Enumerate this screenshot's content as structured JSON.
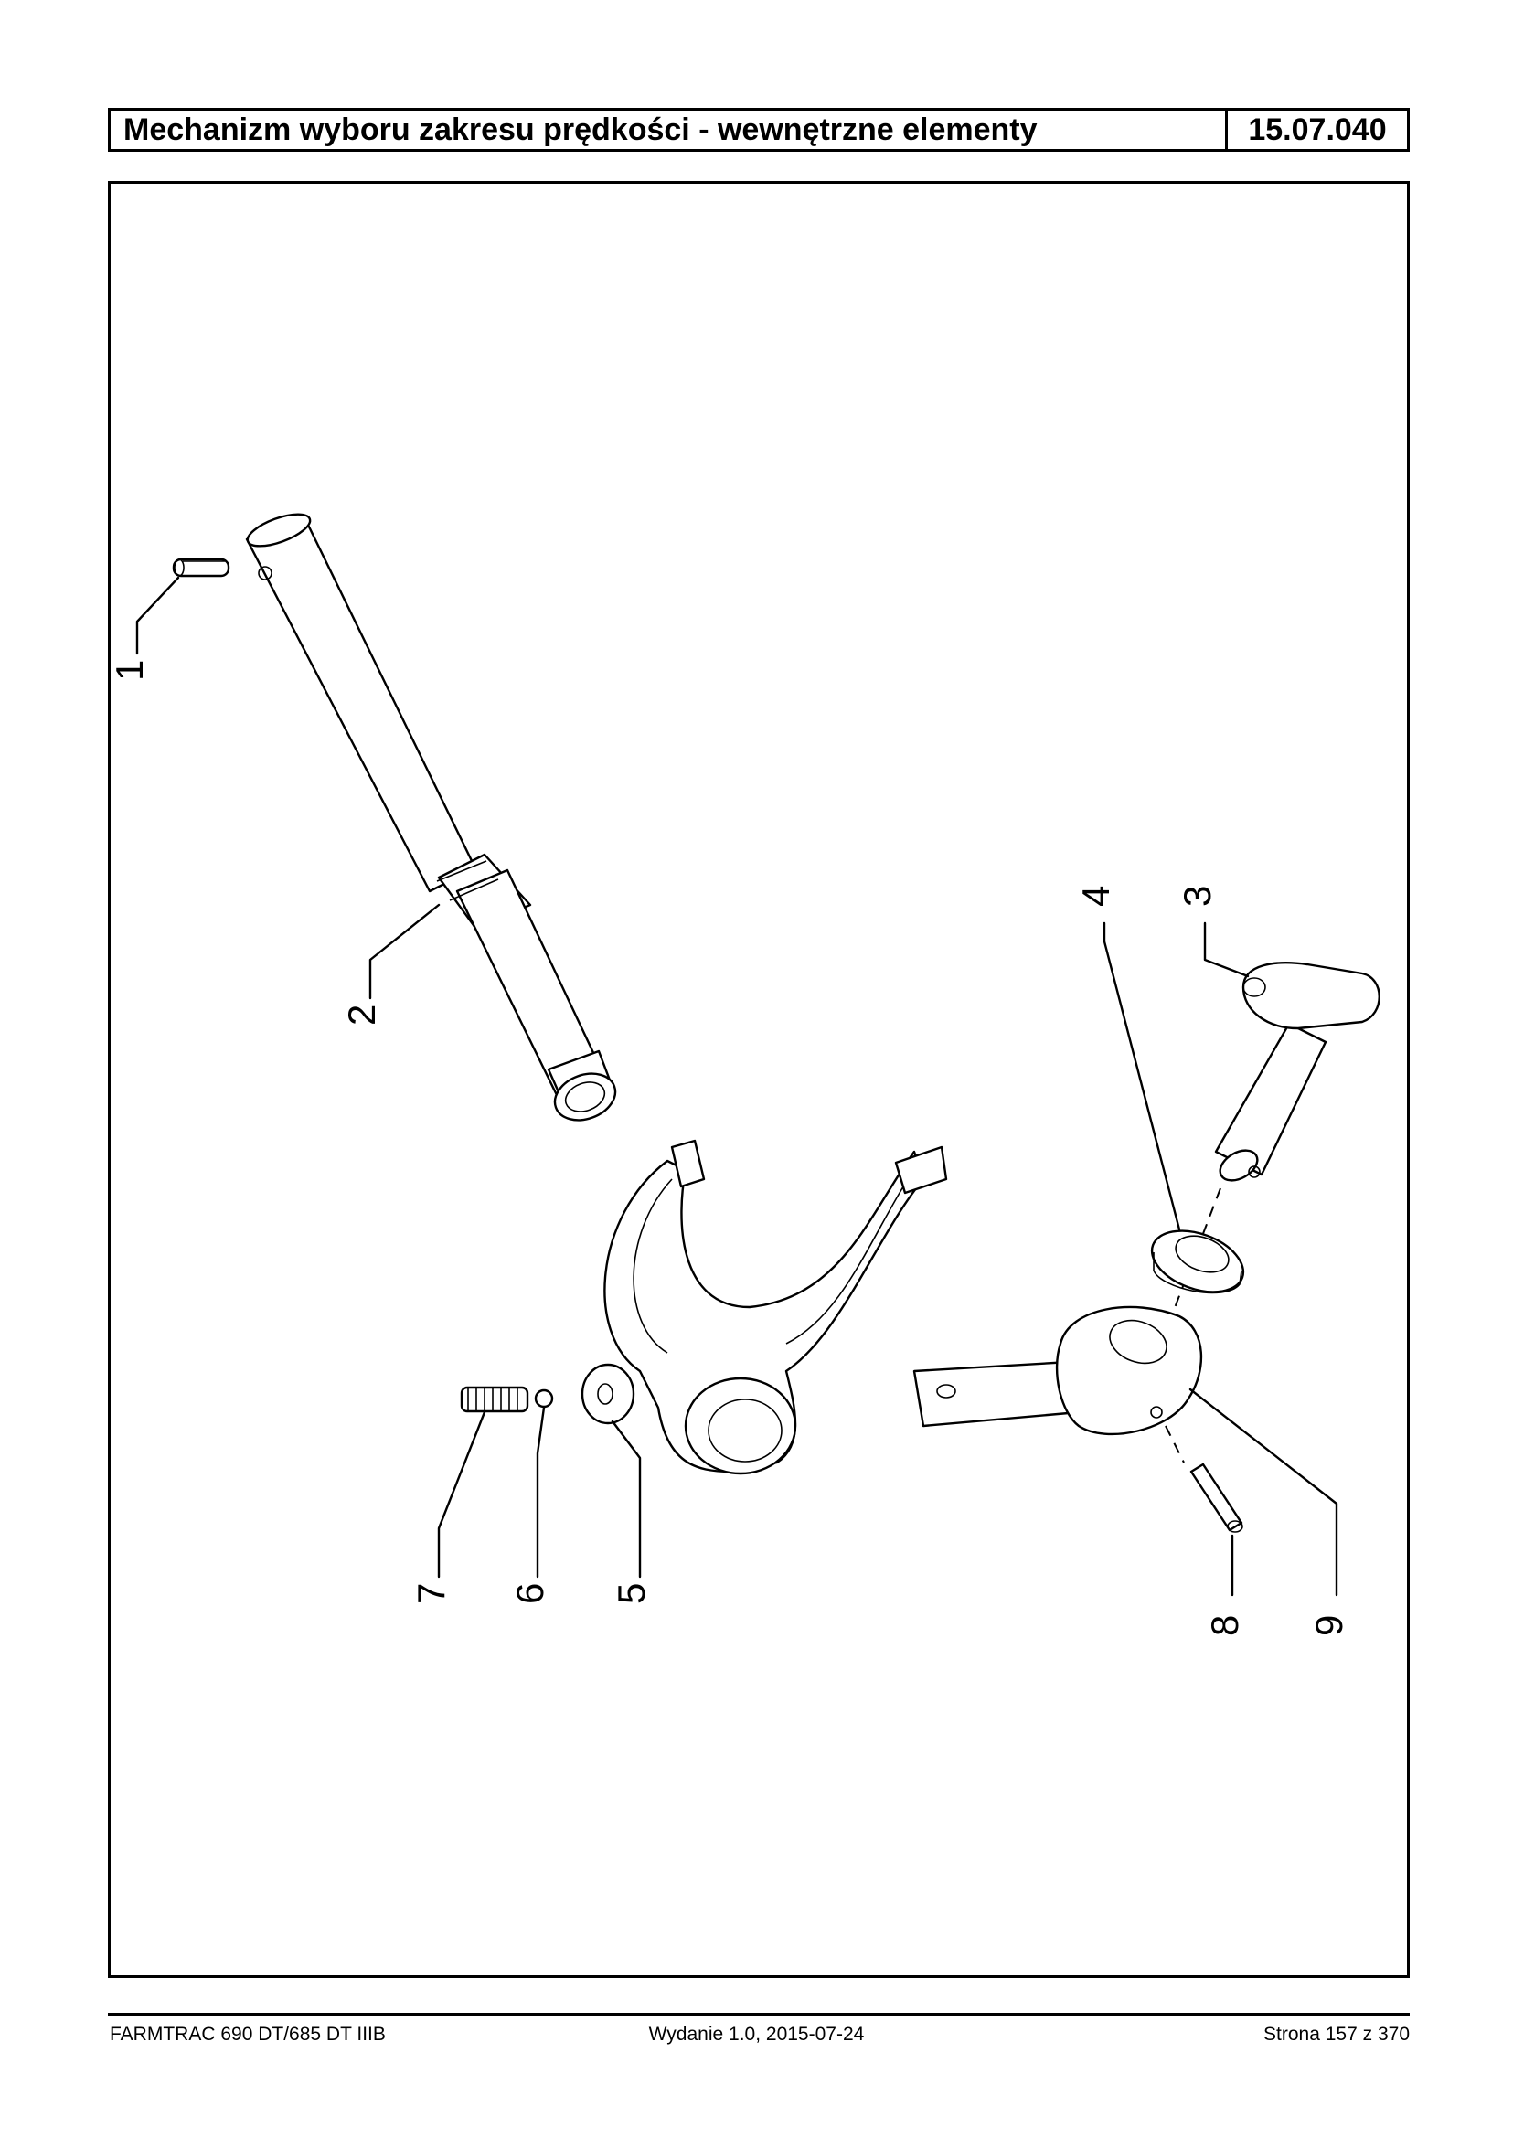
{
  "header": {
    "title": "Mechanizm wyboru zakresu prędkości - wewnętrzne elementy",
    "code": "15.07.040"
  },
  "callouts": [
    "1",
    "2",
    "3",
    "4",
    "5",
    "6",
    "7",
    "8",
    "9"
  ],
  "footer": {
    "model": "FARMTRAC 690 DT/685 DT IIIB",
    "edition": "Wydanie 1.0,  2015-07-24",
    "page": "Strona 157 z 370"
  }
}
